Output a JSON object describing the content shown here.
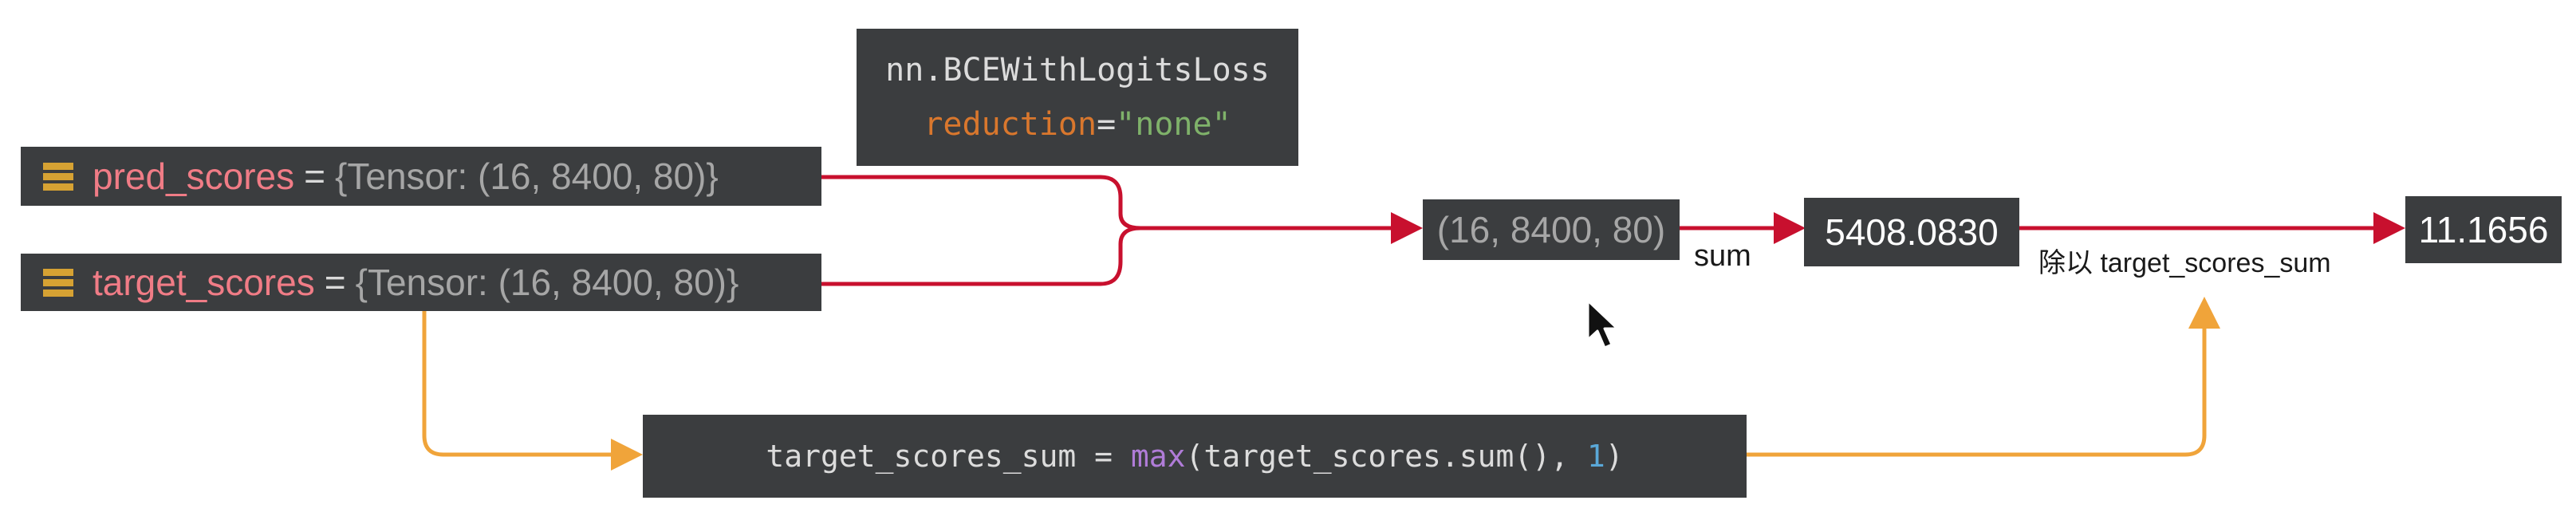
{
  "loss": {
    "class_name": "nn.BCEWithLogitsLoss",
    "param_name": "reduction",
    "param_op": "=",
    "param_value": "\"none\""
  },
  "pred": {
    "name": "pred_scores",
    "eq": "=",
    "type": "{Tensor: (16, 8400, 80)}"
  },
  "target": {
    "name": "target_scores",
    "eq": "=",
    "type": "{Tensor: (16, 8400, 80)}"
  },
  "shape_box": "(16, 8400, 80)",
  "sum_label": "sum",
  "sum_value": "5408.0830",
  "divide_label": "除以 target_scores_sum",
  "result_value": "11.1656",
  "code": {
    "lhs": "target_scores_sum = ",
    "fn": "max",
    "args": "(target_scores.sum(), ",
    "num": "1",
    "close": ")"
  },
  "colors": {
    "red_line": "#c8102e",
    "orange_line": "#f0a43a",
    "dark_box": "#3b3d3f",
    "var_name": "#f07c86"
  },
  "icons": [
    "variable-icon",
    "cursor-icon"
  ]
}
